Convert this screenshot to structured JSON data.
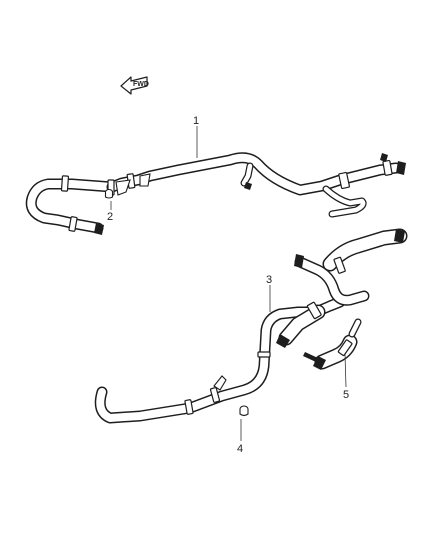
{
  "diagram": {
    "direction_arrow": {
      "label": "FWD",
      "icon": "forward-arrow-icon"
    },
    "callouts": [
      {
        "id": "1",
        "label": "1"
      },
      {
        "id": "2",
        "label": "2"
      },
      {
        "id": "3",
        "label": "3"
      },
      {
        "id": "4",
        "label": "4"
      },
      {
        "id": "5",
        "label": "5"
      }
    ],
    "colors": {
      "line": "#1e1e1e",
      "background": "#ffffff"
    }
  }
}
